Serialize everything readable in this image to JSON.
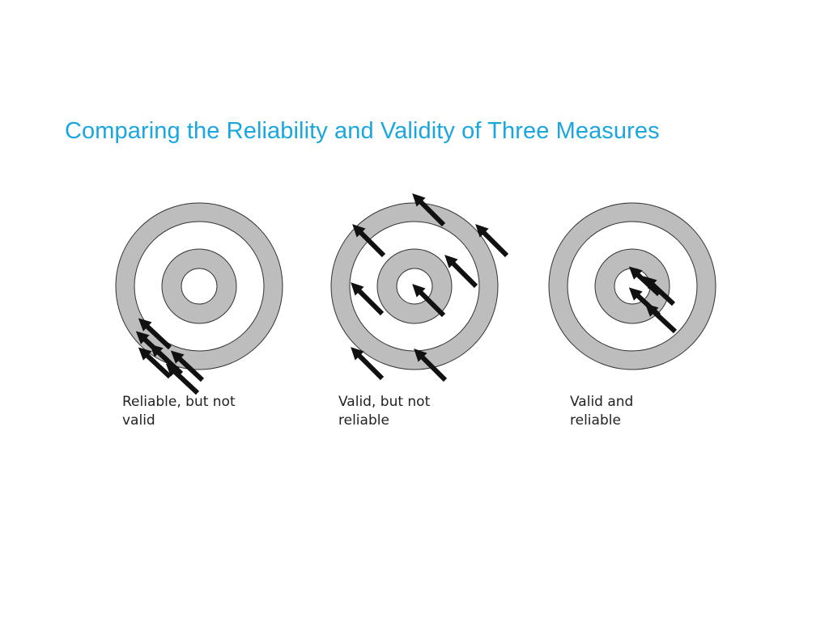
{
  "title": "Comparing the Reliability and Validity of Three Measures",
  "colors": {
    "title": "#1aa6df",
    "ring": "#bdbdbd",
    "ring_stroke": "#333333",
    "arrow": "#111111",
    "caption": "#222222"
  },
  "targets": [
    {
      "name": "reliable-not-valid",
      "caption_line1": "Reliable, but not",
      "caption_line2": "valid",
      "arrow_count": 6
    },
    {
      "name": "valid-not-reliable",
      "caption_line1": "Valid, but not",
      "caption_line2": "reliable",
      "arrow_count": 8
    },
    {
      "name": "valid-and-reliable",
      "caption_line1": "Valid and",
      "caption_line2": "reliable",
      "arrow_count": 4
    }
  ]
}
